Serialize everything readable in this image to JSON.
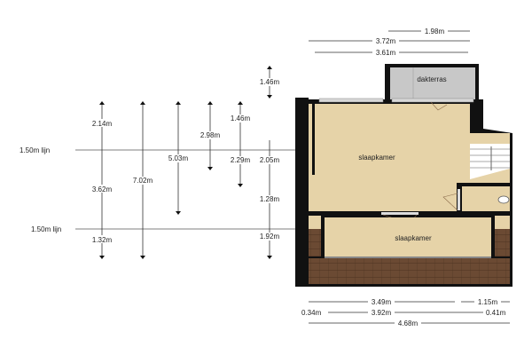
{
  "rooms": {
    "roof_terrace": "dakterras",
    "bedroom_upper": "slaapkamer",
    "bedroom_lower": "slaapkamer"
  },
  "reference_lines": [
    "1.50m lijn",
    "1.50m lijn"
  ],
  "top_dimensions": [
    "1.98m",
    "3.72m",
    "3.61m"
  ],
  "bottom_dimensions": {
    "row1": [
      "3.49m",
      "1.15m"
    ],
    "row2": [
      "0.34m",
      "3.92m",
      "0.41m"
    ],
    "row3": [
      "4.68m"
    ]
  },
  "vertical_dimensions": {
    "col1": [
      "2.14m",
      "3.62m",
      "1.32m"
    ],
    "col2": [
      "7.02m"
    ],
    "col3": [
      "5.03m"
    ],
    "col4": [
      "2.98m"
    ],
    "col5": [
      "1.46m",
      "2.29m"
    ],
    "col6": [
      "1.46m",
      "2.05m",
      "1.28m",
      "1.92m"
    ]
  },
  "colors": {
    "wall": "#111111",
    "floor": "#e6d3a8",
    "terrace": "#c8c8c8",
    "slats": "#6b4a33"
  }
}
